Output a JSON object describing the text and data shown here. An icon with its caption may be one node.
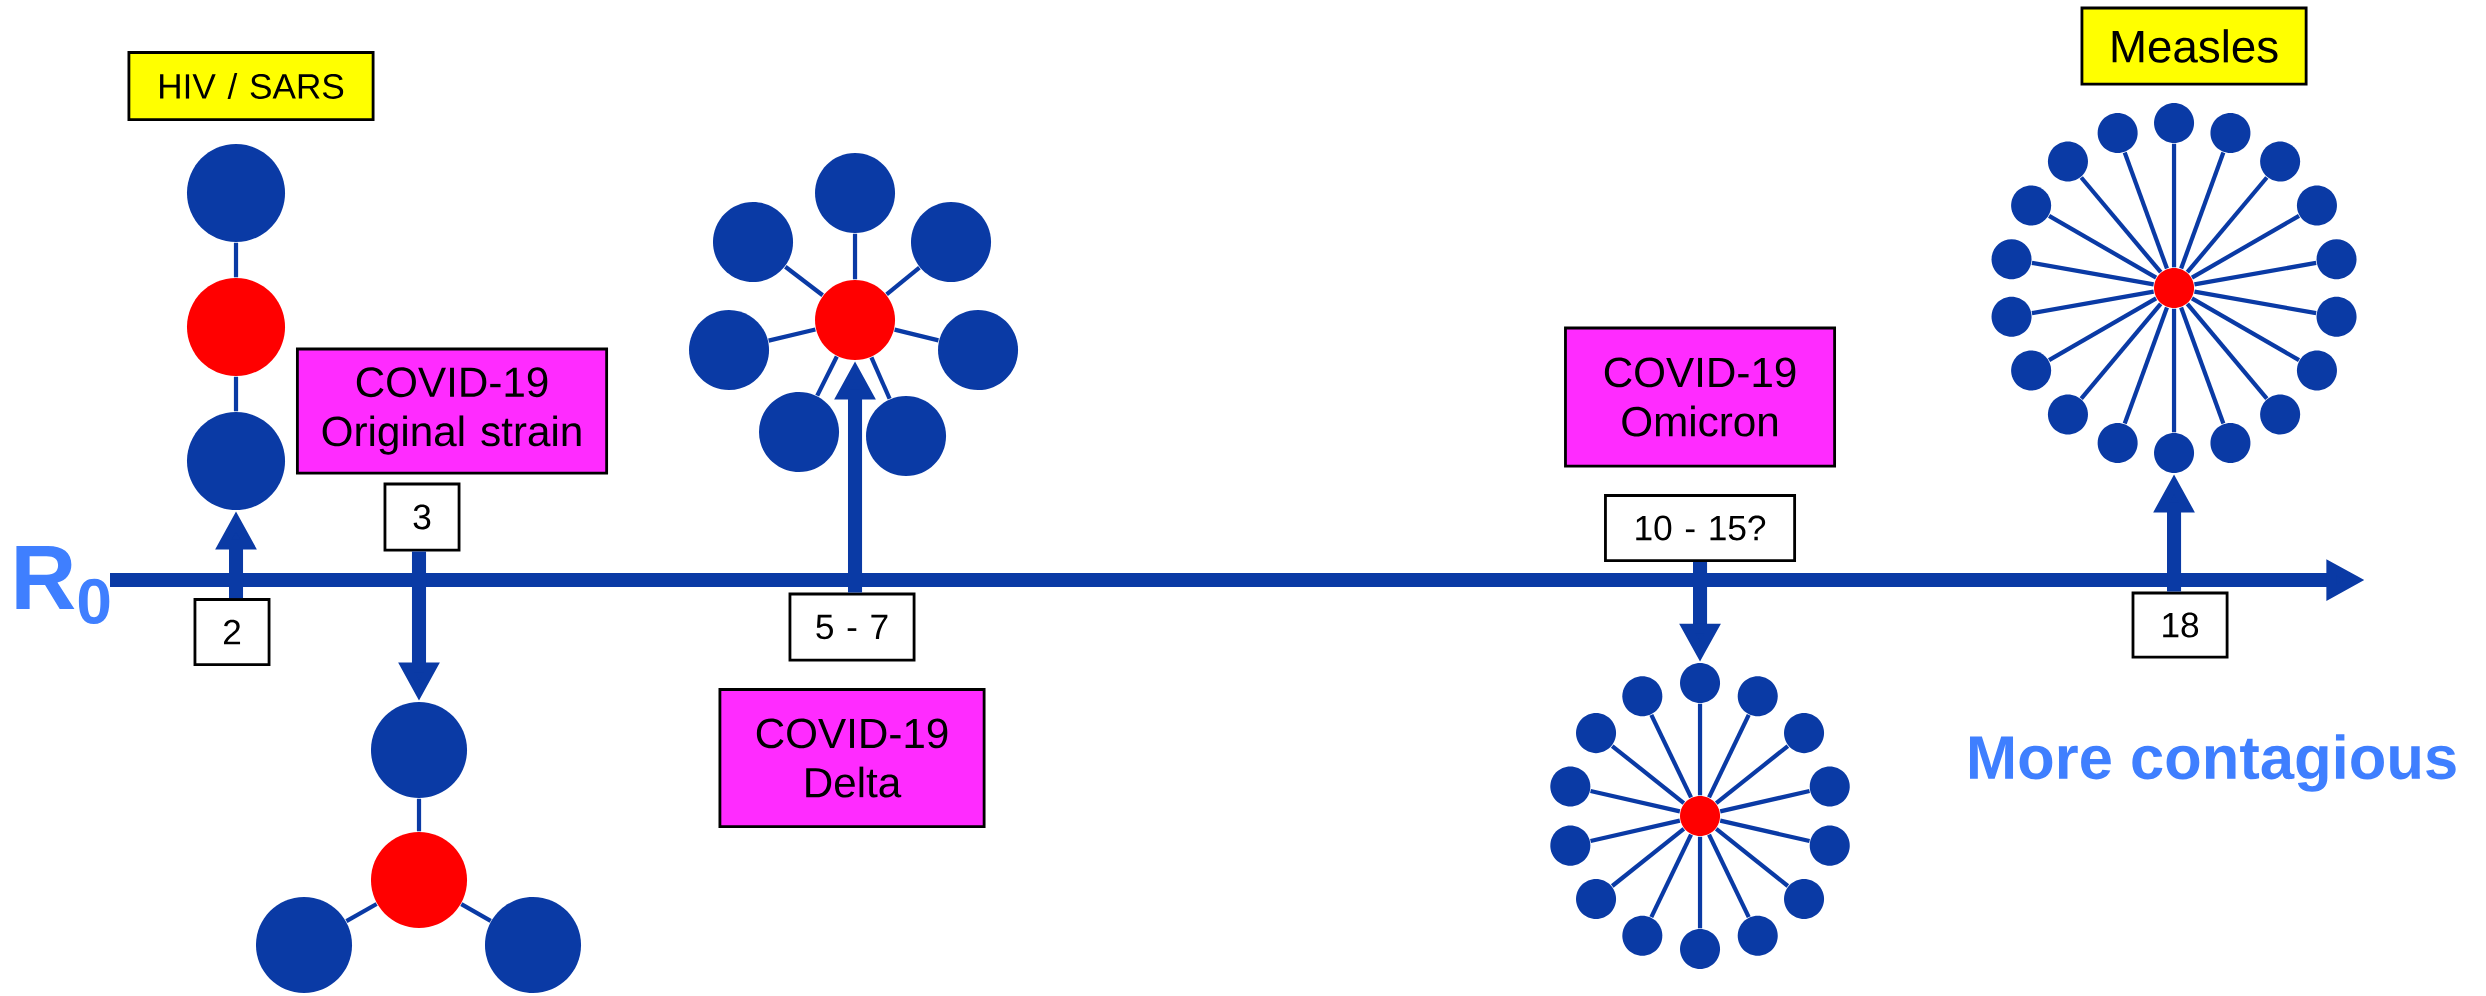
{
  "diagram": {
    "nodes": [
      {
        "text": [
          "HIV / SARS"
        ]
      },
      {
        "text": [],
        "shape": "circle"
      },
      {
        "text": [],
        "shape": "circle"
      },
      {
        "text": [],
        "shape": "circle"
      },
      {
        "text": [
          "COVID-19 Original strain"
        ]
      },
      {
        "text": [
          "3"
        ]
      },
      {
        "text": [
          "2"
        ]
      },
      {
        "text": [],
        "shape": "circle"
      },
      {
        "text": [],
        "shape": "circle"
      },
      {
        "text": [],
        "shape": "circle"
      },
      {
        "text": [],
        "shape": "circle"
      },
      {
        "text": [],
        "shape": "circle"
      },
      {
        "text": [],
        "shape": "circle"
      },
      {
        "text": [],
        "shape": "circle"
      },
      {
        "text": [],
        "shape": "circle"
      },
      {
        "text": [],
        "shape": "circle"
      },
      {
        "text": [],
        "shape": "circle"
      },
      {
        "text": [],
        "shape": "circle"
      },
      {
        "text": [],
        "shape": "circle"
      },
      {
        "text": [
          "5 - 7"
        ]
      },
      {
        "text": [
          "COVID-19 Delta"
        ]
      },
      {
        "text": [
          "COVID-19 Omicron"
        ]
      },
      {
        "text": [
          "10 - 15?"
        ]
      },
      {
        "text": [],
        "shape": "circle"
      },
      {
        "text": [],
        "shape": "circle"
      },
      {
        "text": [],
        "shape": "circle"
      },
      {
        "text": [],
        "shape": "circle"
      },
      {
        "text": [],
        "shape": "circle"
      },
      {
        "text": [],
        "shape": "circle"
      },
      {
        "text": [],
        "shape": "circle"
      },
      {
        "text": [],
        "shape": "circle"
      },
      {
        "text": [],
        "shape": "circle"
      },
      {
        "text": [],
        "shape": "circle"
      },
      {
        "text": [],
        "shape": "circle"
      },
      {
        "text": [],
        "shape": "circle"
      },
      {
        "text": [],
        "shape": "circle"
      },
      {
        "text": [],
        "shape": "circle"
      },
      {
        "text": [],
        "shape": "circle"
      },
      {
        "text": [
          "Measles"
        ]
      },
      {
        "text": [],
        "shape": "circle"
      },
      {
        "text": [],
        "shape": "circle"
      },
      {
        "text": [],
        "shape": "circle"
      },
      {
        "text": [],
        "shape": "circle"
      },
      {
        "text": [],
        "shape": "circle"
      },
      {
        "text": [],
        "shape": "circle"
      },
      {
        "text": [],
        "shape": "circle"
      },
      {
        "text": [],
        "shape": "circle"
      },
      {
        "text": [],
        "shape": "circle"
      },
      {
        "text": [],
        "shape": "circle"
      },
      {
        "text": [],
        "shape": "circle"
      },
      {
        "text": [],
        "shape": "circle"
      },
      {
        "text": [],
        "shape": "circle"
      },
      {
        "text": [],
        "shape": "circle"
      },
      {
        "text": [],
        "shape": "circle"
      },
      {
        "text": [],
        "shape": "circle"
      },
      {
        "text": [],
        "shape": "circle"
      },
      {
        "text": [],
        "shape": "circle"
      },
      {
        "text": [],
        "shape": "circle"
      },
      {
        "text": [
          "18"
        ]
      }
    ],
    "edges": [
      {
        "from": 2,
        "to": 1,
        "arrow": "none"
      },
      {
        "from": 2,
        "to": 3,
        "arrow": "none"
      },
      {
        "from": 8,
        "to": 7,
        "arrow": "none"
      },
      {
        "from": 8,
        "to": 9,
        "arrow": "none"
      },
      {
        "from": 8,
        "to": 10,
        "arrow": "none"
      },
      {
        "from": 11,
        "to": 12,
        "arrow": "none"
      },
      {
        "from": 11,
        "to": 13,
        "arrow": "none"
      },
      {
        "from": 11,
        "to": 14,
        "arrow": "none"
      },
      {
        "from": 11,
        "to": 15,
        "arrow": "none"
      },
      {
        "from": 11,
        "to": 16,
        "arrow": "none"
      },
      {
        "from": 11,
        "to": 17,
        "arrow": "none"
      },
      {
        "from": 11,
        "to": 18,
        "arrow": "none"
      },
      {
        "from": 23,
        "to": 24,
        "arrow": "none"
      },
      {
        "from": 23,
        "to": 25,
        "arrow": "none"
      },
      {
        "from": 23,
        "to": 26,
        "arrow": "none"
      },
      {
        "from": 23,
        "to": 27,
        "arrow": "none"
      },
      {
        "from": 23,
        "to": 28,
        "arrow": "none"
      },
      {
        "from": 23,
        "to": 29,
        "arrow": "none"
      },
      {
        "from": 23,
        "to": 30,
        "arrow": "none"
      },
      {
        "from": 23,
        "to": 31,
        "arrow": "none"
      },
      {
        "from": 23,
        "to": 32,
        "arrow": "none"
      },
      {
        "from": 23,
        "to": 33,
        "arrow": "none"
      },
      {
        "from": 23,
        "to": 34,
        "arrow": "none"
      },
      {
        "from": 23,
        "to": 35,
        "arrow": "none"
      },
      {
        "from": 23,
        "to": 36,
        "arrow": "none"
      },
      {
        "from": 23,
        "to": 37,
        "arrow": "none"
      },
      {
        "from": 39,
        "to": 40,
        "arrow": "none"
      },
      {
        "from": 39,
        "to": 41,
        "arrow": "none"
      },
      {
        "from": 39,
        "to": 42,
        "arrow": "none"
      },
      {
        "from": 39,
        "to": 43,
        "arrow": "none"
      },
      {
        "from": 39,
        "to": 44,
        "arrow": "none"
      },
      {
        "from": 39,
        "to": 45,
        "arrow": "none"
      },
      {
        "from": 39,
        "to": 46,
        "arrow": "none"
      },
      {
        "from": 39,
        "to": 47,
        "arrow": "none"
      },
      {
        "from": 39,
        "to": 48,
        "arrow": "none"
      },
      {
        "from": 39,
        "to": 49,
        "arrow": "none"
      },
      {
        "from": 39,
        "to": 50,
        "arrow": "none"
      },
      {
        "from": 39,
        "to": 51,
        "arrow": "none"
      },
      {
        "from": 39,
        "to": 52,
        "arrow": "none"
      },
      {
        "from": 39,
        "to": 53,
        "arrow": "none"
      },
      {
        "from": 39,
        "to": 54,
        "arrow": "none"
      },
      {
        "from": 39,
        "to": 55,
        "arrow": "none"
      },
      {
        "from": 39,
        "to": 56,
        "arrow": "none"
      },
      {
        "from": 39,
        "to": 57,
        "arrow": "none"
      },
      {
        "from": 6,
        "to": 3,
        "arrow": "to",
        "style": "thick"
      },
      {
        "from": 5,
        "to": 7,
        "arrow": "to",
        "style": "thick"
      },
      {
        "from": 19,
        "to": 11,
        "arrow": "to",
        "style": "thick"
      },
      {
        "from": 22,
        "to": 24,
        "arrow": "to",
        "style": "thick"
      },
      {
        "from": 58,
        "to": 49,
        "arrow": "to",
        "style": "thick"
      }
    ],
    "labels": [
      "R$_{0}$",
      "More contagious"
    ]
  }
}
